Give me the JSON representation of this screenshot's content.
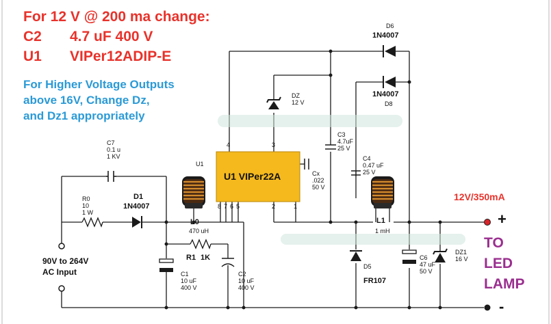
{
  "notes": {
    "line1": "For 12 V @ 200 ma change:",
    "c2_ref": "C2",
    "c2_val": "4.7 uF 400 V",
    "u1_ref": "U1",
    "u1_val": "VIPer12ADIP-E",
    "blue1": "For Higher Voltage Outputs",
    "blue2": "above 16V, Change Dz,",
    "blue3": "and Dz1 appropriately"
  },
  "components": {
    "c7": {
      "ref": "C7",
      "v1": "0.1 u",
      "v2": "1 KV"
    },
    "u1_label": "U1",
    "r0": {
      "ref": "R0",
      "v1": "10",
      "v2": "1 W"
    },
    "d1": {
      "ref": "D1",
      "val": "1N4007"
    },
    "l0": {
      "ref": "L0",
      "val": "470 uH"
    },
    "r1": {
      "ref": "R1",
      "val": "1K"
    },
    "c1": {
      "ref": "C1",
      "v1": "10 uF",
      "v2": "400 V"
    },
    "c2": {
      "ref": "C2",
      "v1": "10 uF",
      "v2": "400 V"
    },
    "ic": {
      "name": "U1 VIPer22A",
      "pins": [
        "4",
        "3",
        "8",
        "7",
        "6",
        "5",
        "2",
        "1"
      ]
    },
    "dz": {
      "ref": "DZ",
      "val": "12 V"
    },
    "cx": {
      "ref": "Cx",
      "v1": ".022",
      "v2": "50 V"
    },
    "c3": {
      "ref": "C3",
      "v1": "4.7uF",
      "v2": "25 V"
    },
    "c4": {
      "ref": "C4",
      "v1": "0.47 uF",
      "v2": "25 V"
    },
    "d6": {
      "ref": "D6",
      "val": "1N4007"
    },
    "d8": {
      "ref": "D8",
      "val": "1N4007"
    },
    "l1": {
      "ref": "L1",
      "val": "1 mH"
    },
    "d5": {
      "ref": "D5",
      "val": "FR107"
    },
    "c6": {
      "ref": "C6",
      "v1": "47 uF",
      "v2": "50 V"
    },
    "dz1": {
      "ref": "DZ1",
      "val": "16 V"
    }
  },
  "io": {
    "input_label1": "90V to 264V",
    "input_label2": "AC Input",
    "output_rating": "12V/350mA",
    "plus": "+",
    "minus": "-",
    "to": "TO",
    "led": "LED",
    "lamp": "LAMP"
  },
  "colors": {
    "red": "#e8322b",
    "blue": "#2b9ad6",
    "purple": "#9a2f8f",
    "ic_fill": "#f5b91e",
    "wire": "#1a1a1a",
    "terminal_red": "#d8242a"
  }
}
